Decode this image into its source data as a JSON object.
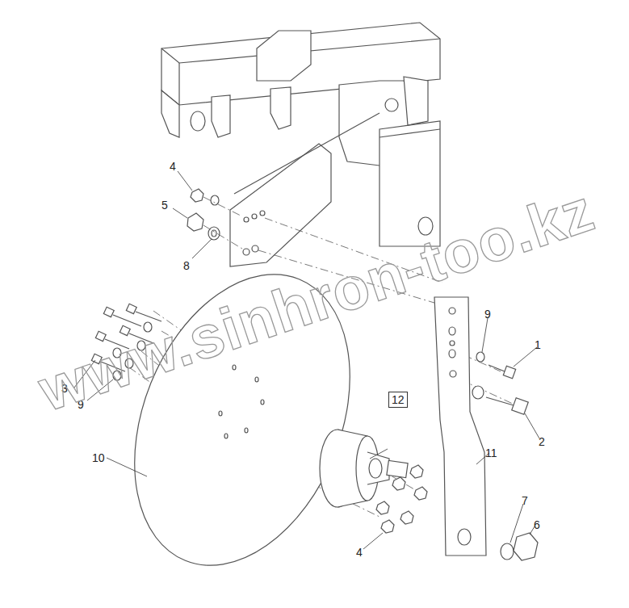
{
  "diagram": {
    "nodes": [
      {
        "text": [
          "12"
        ]
      }
    ],
    "labels": [
      "4",
      "5",
      "8",
      "9",
      "1",
      "2",
      "3",
      "9",
      "10",
      "11",
      "4",
      "7",
      "6",
      "www.sinhron-too.kz"
    ]
  }
}
